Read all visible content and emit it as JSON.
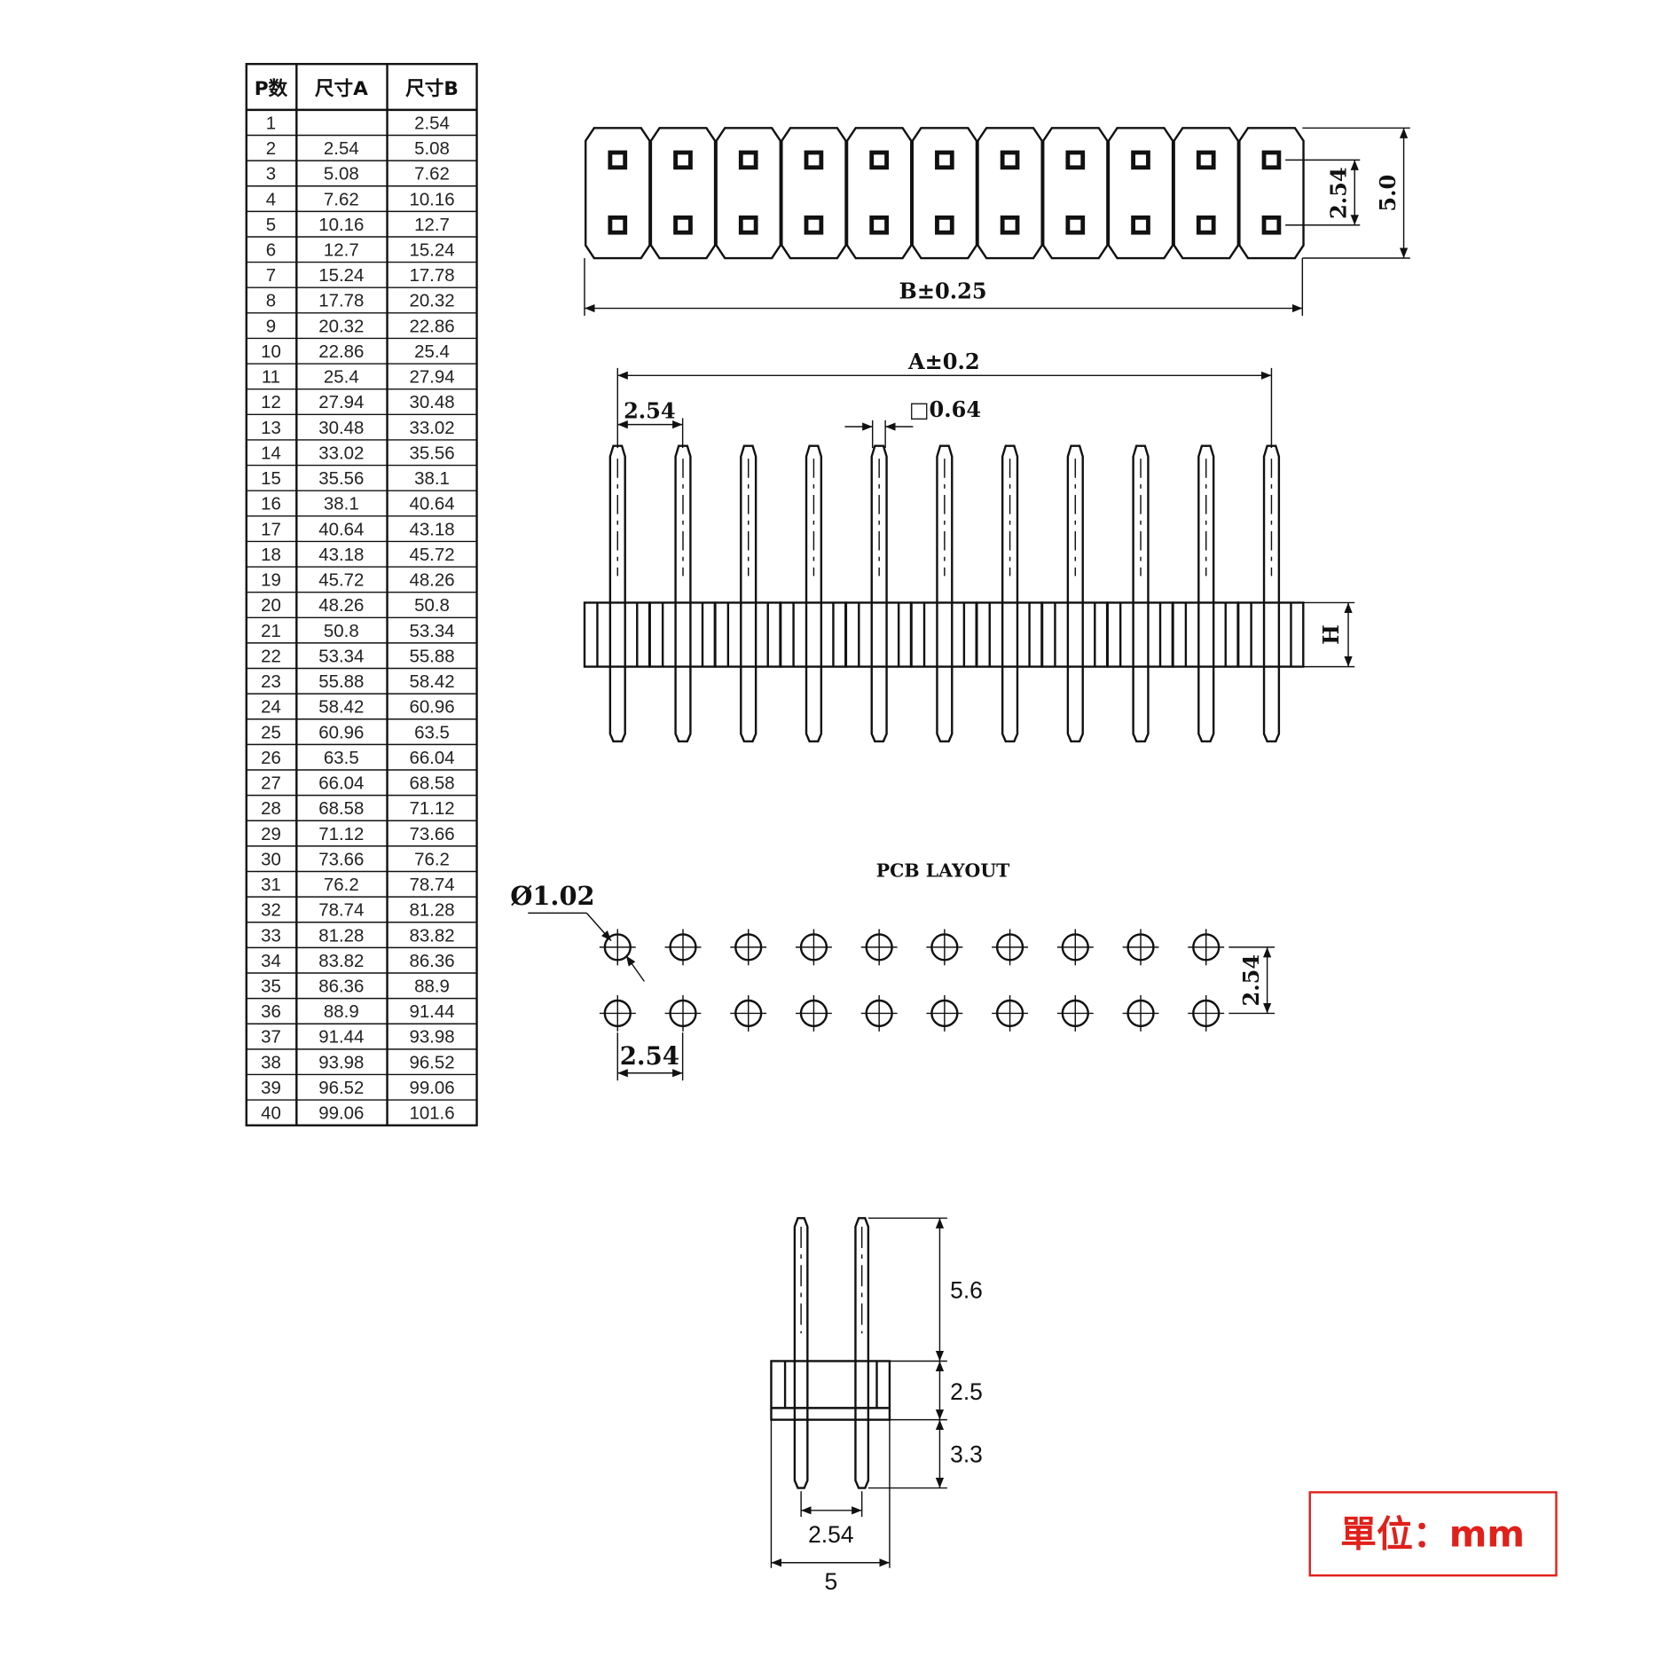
{
  "table": {
    "headers": [
      "P数",
      "尺寸A",
      "尺寸B"
    ],
    "rows": [
      [
        "1",
        "",
        "2.54"
      ],
      [
        "2",
        "2.54",
        "5.08"
      ],
      [
        "3",
        "5.08",
        "7.62"
      ],
      [
        "4",
        "7.62",
        "10.16"
      ],
      [
        "5",
        "10.16",
        "12.7"
      ],
      [
        "6",
        "12.7",
        "15.24"
      ],
      [
        "7",
        "15.24",
        "17.78"
      ],
      [
        "8",
        "17.78",
        "20.32"
      ],
      [
        "9",
        "20.32",
        "22.86"
      ],
      [
        "10",
        "22.86",
        "25.4"
      ],
      [
        "11",
        "25.4",
        "27.94"
      ],
      [
        "12",
        "27.94",
        "30.48"
      ],
      [
        "13",
        "30.48",
        "33.02"
      ],
      [
        "14",
        "33.02",
        "35.56"
      ],
      [
        "15",
        "35.56",
        "38.1"
      ],
      [
        "16",
        "38.1",
        "40.64"
      ],
      [
        "17",
        "40.64",
        "43.18"
      ],
      [
        "18",
        "43.18",
        "45.72"
      ],
      [
        "19",
        "45.72",
        "48.26"
      ],
      [
        "20",
        "48.26",
        "50.8"
      ],
      [
        "21",
        "50.8",
        "53.34"
      ],
      [
        "22",
        "53.34",
        "55.88"
      ],
      [
        "23",
        "55.88",
        "58.42"
      ],
      [
        "24",
        "58.42",
        "60.96"
      ],
      [
        "25",
        "60.96",
        "63.5"
      ],
      [
        "26",
        "63.5",
        "66.04"
      ],
      [
        "27",
        "66.04",
        "68.58"
      ],
      [
        "28",
        "68.58",
        "71.12"
      ],
      [
        "29",
        "71.12",
        "73.66"
      ],
      [
        "30",
        "73.66",
        "76.2"
      ],
      [
        "31",
        "76.2",
        "78.74"
      ],
      [
        "32",
        "78.74",
        "81.28"
      ],
      [
        "33",
        "81.28",
        "83.82"
      ],
      [
        "34",
        "83.82",
        "86.36"
      ],
      [
        "35",
        "86.36",
        "88.9"
      ],
      [
        "36",
        "88.9",
        "91.44"
      ],
      [
        "37",
        "91.44",
        "93.98"
      ],
      [
        "38",
        "93.98",
        "96.52"
      ],
      [
        "39",
        "96.52",
        "99.06"
      ],
      [
        "40",
        "99.06",
        "101.6"
      ]
    ]
  },
  "top_view": {
    "pin_count": 11,
    "pitch_label": "2.54",
    "height_label": "5.0",
    "length_label": "B±0.25"
  },
  "side_view": {
    "length_label": "A±0.2",
    "pitch_label": "2.54",
    "pin_size_label": "□0.64",
    "height_label": "H"
  },
  "pcb_layout": {
    "title": "PCB LAYOUT",
    "hole_label": "Ø1.02",
    "row_pitch_label": "2.54",
    "col_pitch_label": "2.54",
    "holes_per_row": 10
  },
  "end_view": {
    "top_pin_label": "5.6",
    "body_label": "2.5",
    "bottom_pin_label": "3.3",
    "pitch_label": "2.54",
    "width_label": "5"
  },
  "unit_label": "單位：mm",
  "colors": {
    "line": "#111111",
    "unit": "#e0201b"
  }
}
